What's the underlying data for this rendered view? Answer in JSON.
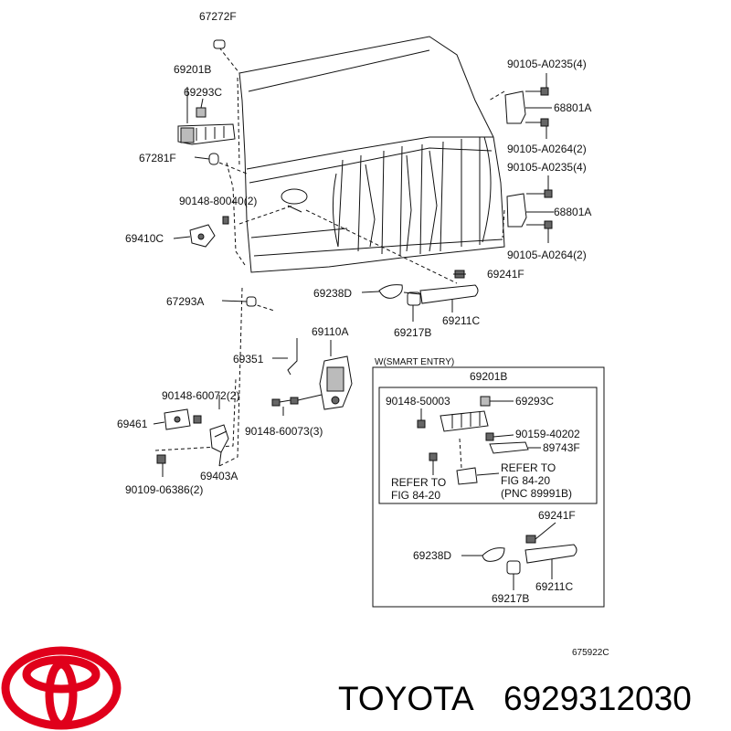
{
  "labels": {
    "p67272F": "67272F",
    "p69201B": "69201B",
    "p69293C": "69293C",
    "p67281F": "67281F",
    "p9014880040": "90148-80040(2)",
    "p69410C": "69410C",
    "p67293A": "67293A",
    "p69238D": "69238D",
    "p69217B": "69217B",
    "p69211C": "69211C",
    "p69241F": "69241F",
    "p69110A": "69110A",
    "p69351": "69351",
    "p9014860072": "90148-60072(2)",
    "p69461": "69461",
    "p9014860073": "90148-60073(3)",
    "p69403A": "69403A",
    "p9010906386": "90109-06386(2)",
    "p90105A0235a": "90105-A0235(4)",
    "p68801Aa": "68801A",
    "p90105A0264a": "90105-A0264(2)",
    "p90105A0235b": "90105-A0235(4)",
    "p68801Ab": "68801A",
    "p90105A0264b": "90105-A0264(2)"
  },
  "inset": {
    "title": "W(SMART ENTRY)",
    "p69201B": "69201B",
    "p9014850003": "90148-50003",
    "p69293C": "69293C",
    "p9015940202": "90159-40202",
    "p89743F": "89743F",
    "refer_left_1": "REFER TO",
    "refer_left_2": "FIG 84-20",
    "refer_right_1": "REFER TO",
    "refer_right_2": "FIG 84-20",
    "refer_right_3": "(PNC 89991B)",
    "p69241F": "69241F",
    "p69238D": "69238D",
    "p69211C": "69211C",
    "p69217B": "69217B"
  },
  "figure_code": "675922C",
  "brand": {
    "name": "TOYOTA",
    "part_number": "6929312030",
    "logo_color": "#e0001b"
  }
}
